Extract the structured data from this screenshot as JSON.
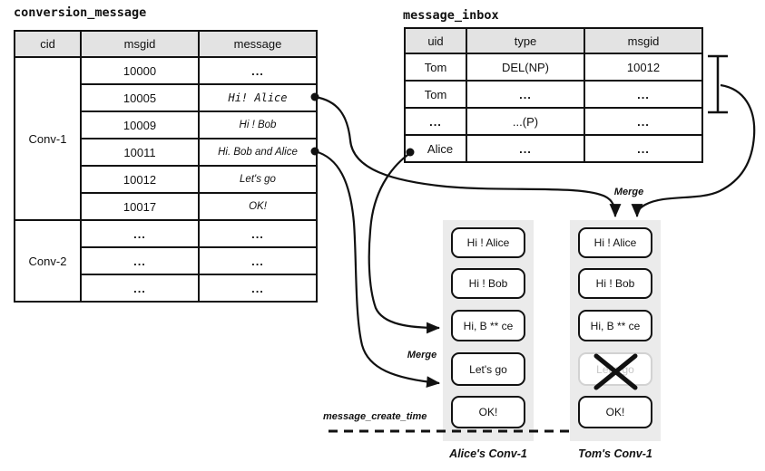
{
  "colors": {
    "ink": "#111111",
    "header-bg": "#e3e3e3",
    "strip-bg": "#ebebeb",
    "disabled-border": "#d2d2d2",
    "disabled-text": "#c7c7c7",
    "page-bg": "#ffffff"
  },
  "tables": {
    "conversion_message": {
      "title": "conversion_message",
      "columns": [
        "cid",
        "msgid",
        "message"
      ],
      "groups": [
        {
          "cid": "Conv-1",
          "rows": [
            {
              "msgid": "10000",
              "message": "..."
            },
            {
              "msgid": "10005",
              "message": "Hi! Alice"
            },
            {
              "msgid": "10009",
              "message": "Hi ! Bob"
            },
            {
              "msgid": "10011",
              "message": "Hi. Bob and Alice"
            },
            {
              "msgid": "10012",
              "message": "Let's go"
            },
            {
              "msgid": "10017",
              "message": "OK!"
            }
          ]
        },
        {
          "cid": "Conv-2",
          "rows": [
            {
              "msgid": "...",
              "message": "..."
            },
            {
              "msgid": "...",
              "message": "..."
            },
            {
              "msgid": "...",
              "message": "..."
            }
          ]
        }
      ]
    },
    "message_inbox": {
      "title": "message_inbox",
      "columns": [
        "uid",
        "type",
        "msgid"
      ],
      "rows": [
        {
          "uid": "Tom",
          "type": "DEL(NP)",
          "msgid": "10012"
        },
        {
          "uid": "Tom",
          "type": "...",
          "msgid": "..."
        },
        {
          "uid": "...",
          "type": "...(P)",
          "msgid": "..."
        },
        {
          "uid": "Alice",
          "type": "...",
          "msgid": "..."
        }
      ]
    }
  },
  "panels": {
    "alice": {
      "label": "Alice's Conv-1",
      "messages": [
        "Hi ! Alice",
        "Hi ! Bob",
        "Hi, B ** ce",
        "Let's go",
        "OK!"
      ]
    },
    "tom": {
      "label": "Tom's Conv-1",
      "messages": [
        "Hi ! Alice",
        "Hi ! Bob",
        "Hi, B ** ce",
        "Let's go",
        "OK!"
      ],
      "crossed_out_message": "Let's go"
    }
  },
  "labels": {
    "merge_left": "Merge",
    "merge_right": "Merge",
    "timeline": "message_create_time"
  }
}
